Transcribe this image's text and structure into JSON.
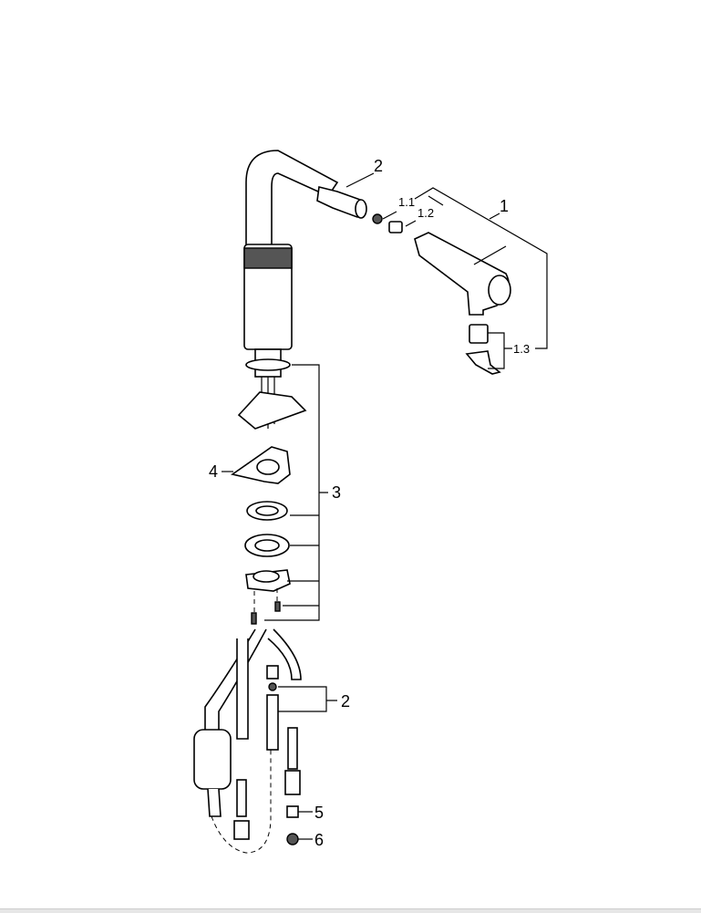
{
  "diagram": {
    "labels": {
      "hose_top": "2",
      "part_1_1": "1.1",
      "part_1_2": "1.2",
      "spray_head": "1",
      "part_1_3": "1.3",
      "bracket": "4",
      "mount_set": "3",
      "hose_bottom": "2",
      "part_5": "5",
      "part_6": "6"
    },
    "colors": {
      "line": "#000000",
      "background": "#ffffff"
    }
  }
}
